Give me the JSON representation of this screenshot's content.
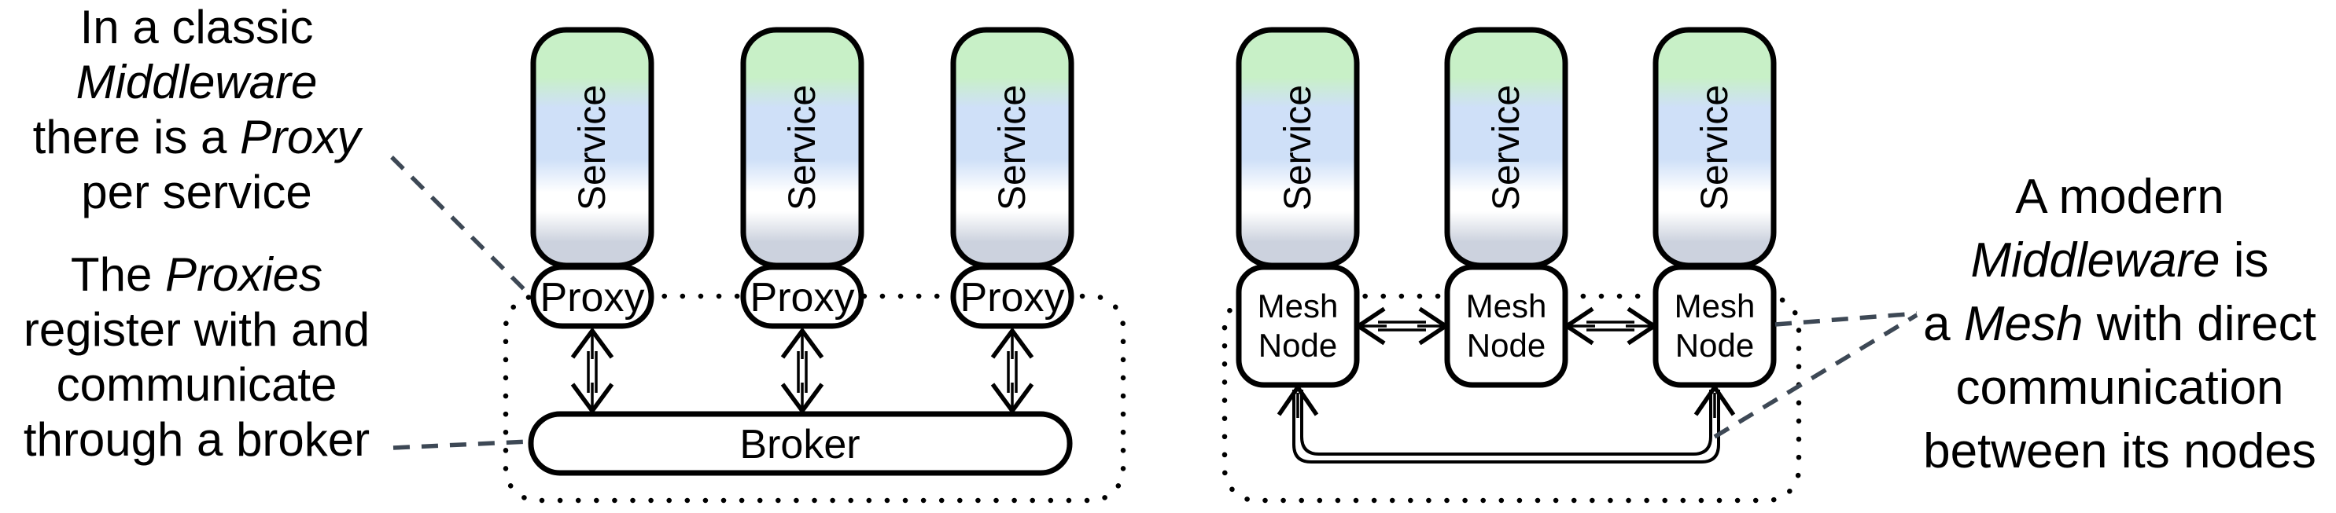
{
  "notes": {
    "classic_top": {
      "line1": "In a classic",
      "line2_italic": "Middleware",
      "line3_pre": "there is a ",
      "line3_italic": "Proxy",
      "line4": "per service"
    },
    "classic_bottom": {
      "line1_pre": "The ",
      "line1_italic": "Proxies",
      "line2": "register with and",
      "line3": "communicate",
      "line4": "through a broker"
    },
    "modern": {
      "line1": "A modern",
      "line2_italic": "Middleware",
      "line2_post": " is",
      "line3_pre": "a ",
      "line3_italic": "Mesh",
      "line3_post": " with direct",
      "line4": "communication",
      "line5": "between its nodes"
    }
  },
  "labels": {
    "service": "Service",
    "proxy": "Proxy",
    "mesh_line1": "Mesh",
    "mesh_line2": "Node",
    "broker": "Broker"
  },
  "colors": {
    "service_green": "#c8f0c7",
    "service_blue": "#cfe0f8",
    "service_white": "#ffffff",
    "service_gray": "#ccd2de",
    "outline": "#000000",
    "annotation_dash": "#3d4855"
  }
}
